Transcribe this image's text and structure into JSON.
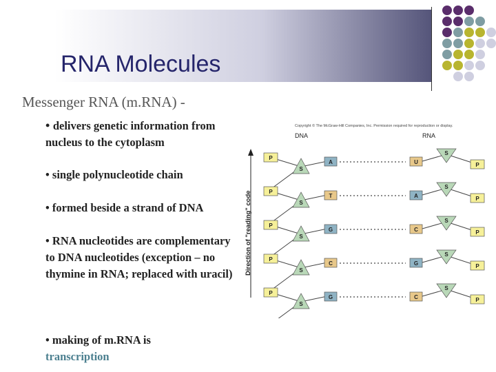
{
  "slide": {
    "title": "RNA Molecules",
    "subtitle": "Messenger RNA (m.RNA) -",
    "bullets": {
      "b1": "delivers genetic information from nucleus to the cytoplasm",
      "b2": "single polynucleotide chain",
      "b3": "formed beside a strand of DNA",
      "b4": "RNA nucleotides are complementary to DNA nucleotides (exception – no thymine in RNA; replaced with uracil)",
      "b5_prefix": "making of m.RNA is",
      "b5_highlight": "transcription"
    }
  },
  "figure": {
    "copyright": "Copyright © The McGraw-Hill Companies, Inc. Permission required for reproduction or display.",
    "dna_label": "DNA",
    "rna_label": "RNA",
    "axis_label": "Direction of \"reading\" code",
    "phosphate": "P",
    "sugar": "S",
    "dna_bases": [
      "A",
      "T",
      "G",
      "C",
      "G"
    ],
    "rna_bases": [
      "U",
      "A",
      "C",
      "G",
      "C"
    ]
  },
  "colors": {
    "title_text": "#25256b",
    "purple": "#5a2d6b",
    "teal": "#7f9da3",
    "olive": "#b8b52f",
    "lavender": "#cfcfe0",
    "highlight": "#4b7f8f"
  }
}
